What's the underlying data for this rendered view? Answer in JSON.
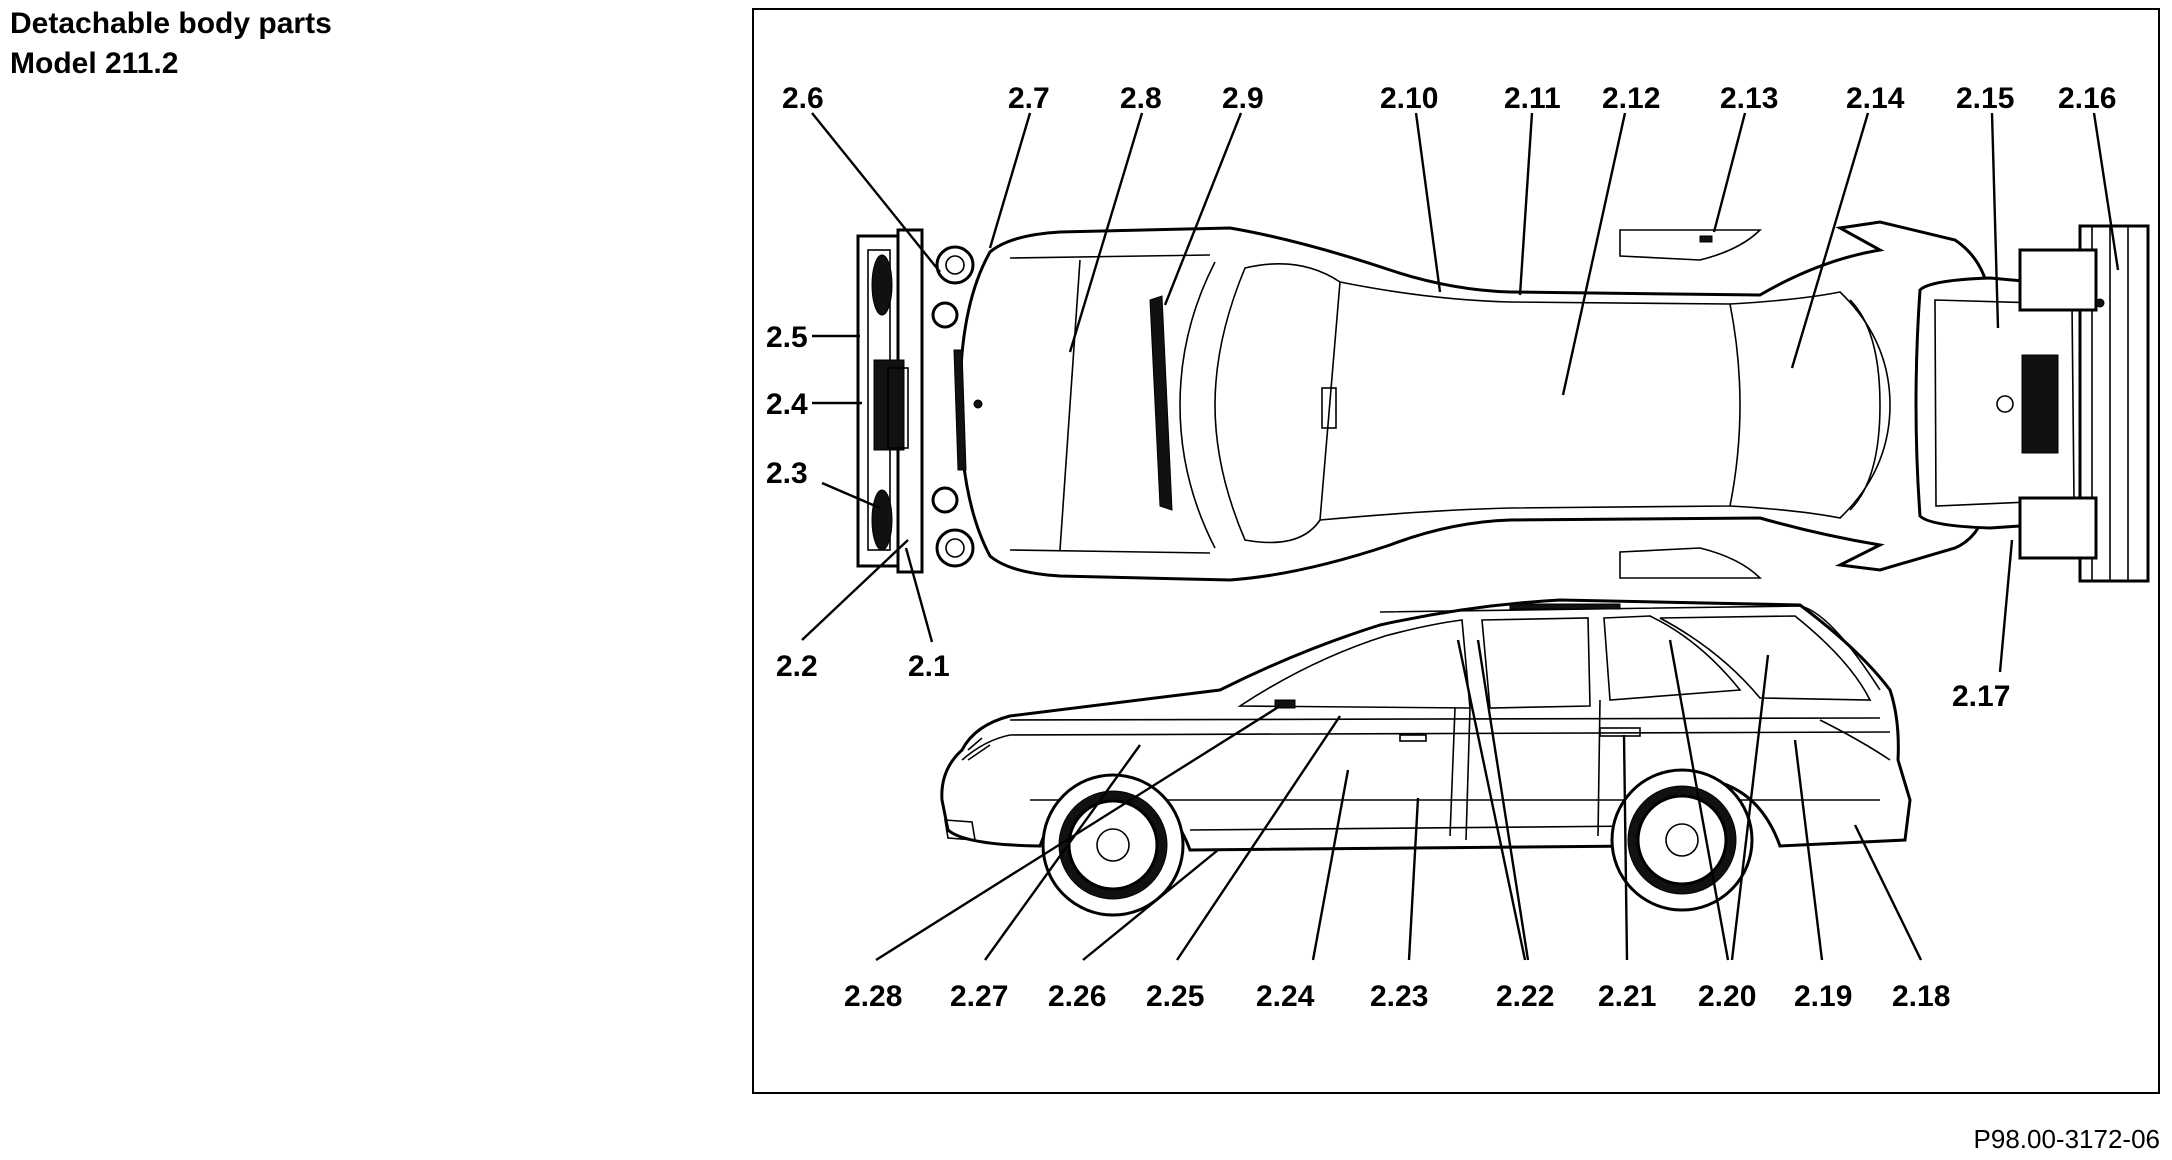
{
  "header": {
    "title": "Detachable body parts",
    "subtitle": "Model 211.2"
  },
  "figure_id": "P98.00-3172-06",
  "labels": {
    "l2_1": "2.1",
    "l2_2": "2.2",
    "l2_3": "2.3",
    "l2_4": "2.4",
    "l2_5": "2.5",
    "l2_6": "2.6",
    "l2_7": "2.7",
    "l2_8": "2.8",
    "l2_9": "2.9",
    "l2_10": "2.10",
    "l2_11": "2.11",
    "l2_12": "2.12",
    "l2_13": "2.13",
    "l2_14": "2.14",
    "l2_15": "2.15",
    "l2_16": "2.16",
    "l2_17": "2.17",
    "l2_18": "2.18",
    "l2_19": "2.19",
    "l2_20": "2.20",
    "l2_21": "2.21",
    "l2_22": "2.22",
    "l2_23": "2.23",
    "l2_24": "2.24",
    "l2_25": "2.25",
    "l2_26": "2.26",
    "l2_27": "2.27",
    "l2_28": "2.28"
  }
}
